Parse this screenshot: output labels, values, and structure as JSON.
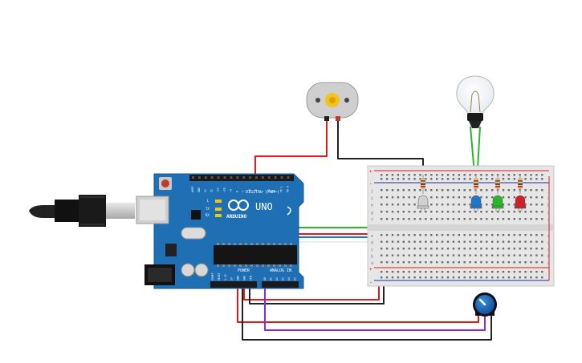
{
  "arduino": {
    "brand": "ARDUINO",
    "model": "UNO",
    "digital_header_label": "DIGITAL (PWM~)",
    "power_label": "POWER",
    "analog_label": "ANALOG IN",
    "led_labels": [
      "L",
      "TX",
      "RX"
    ],
    "top_pin_labels": [
      "AREF",
      "GND",
      "13",
      "12",
      "~11",
      "~10",
      "~9",
      "8",
      "7",
      "~6",
      "~5",
      "4",
      "~3",
      "2",
      "TX 1",
      "RX 0"
    ],
    "power_pin_labels": [
      "IOREF",
      "RESET",
      "3.3V",
      "5V",
      "GND",
      "GND",
      "VIN"
    ],
    "analog_pin_labels": [
      "A0",
      "A1",
      "A2",
      "A3",
      "A4",
      "A5"
    ]
  },
  "breadboard": {
    "row_letters_top": [
      "j",
      "i",
      "h",
      "g",
      "f"
    ],
    "row_letters_bottom": [
      "e",
      "d",
      "c",
      "b",
      "a"
    ],
    "rail_plus": "+",
    "rail_minus": "-"
  },
  "leds": [
    {
      "name": "white",
      "color": "#d0d0d0"
    },
    {
      "name": "blue",
      "color": "#1f77c7"
    },
    {
      "name": "green",
      "color": "#2bb52b"
    },
    {
      "name": "red",
      "color": "#d0202a"
    }
  ],
  "wire_colors": {
    "red": "#e21a1a",
    "black": "#222222",
    "green": "#2bb52b",
    "blue": "#1f77c7",
    "white": "#f4f4f4",
    "purple": "#8a2be2"
  },
  "components": [
    "dc-motor",
    "light-bulb",
    "potentiometer",
    "usb-cable"
  ]
}
